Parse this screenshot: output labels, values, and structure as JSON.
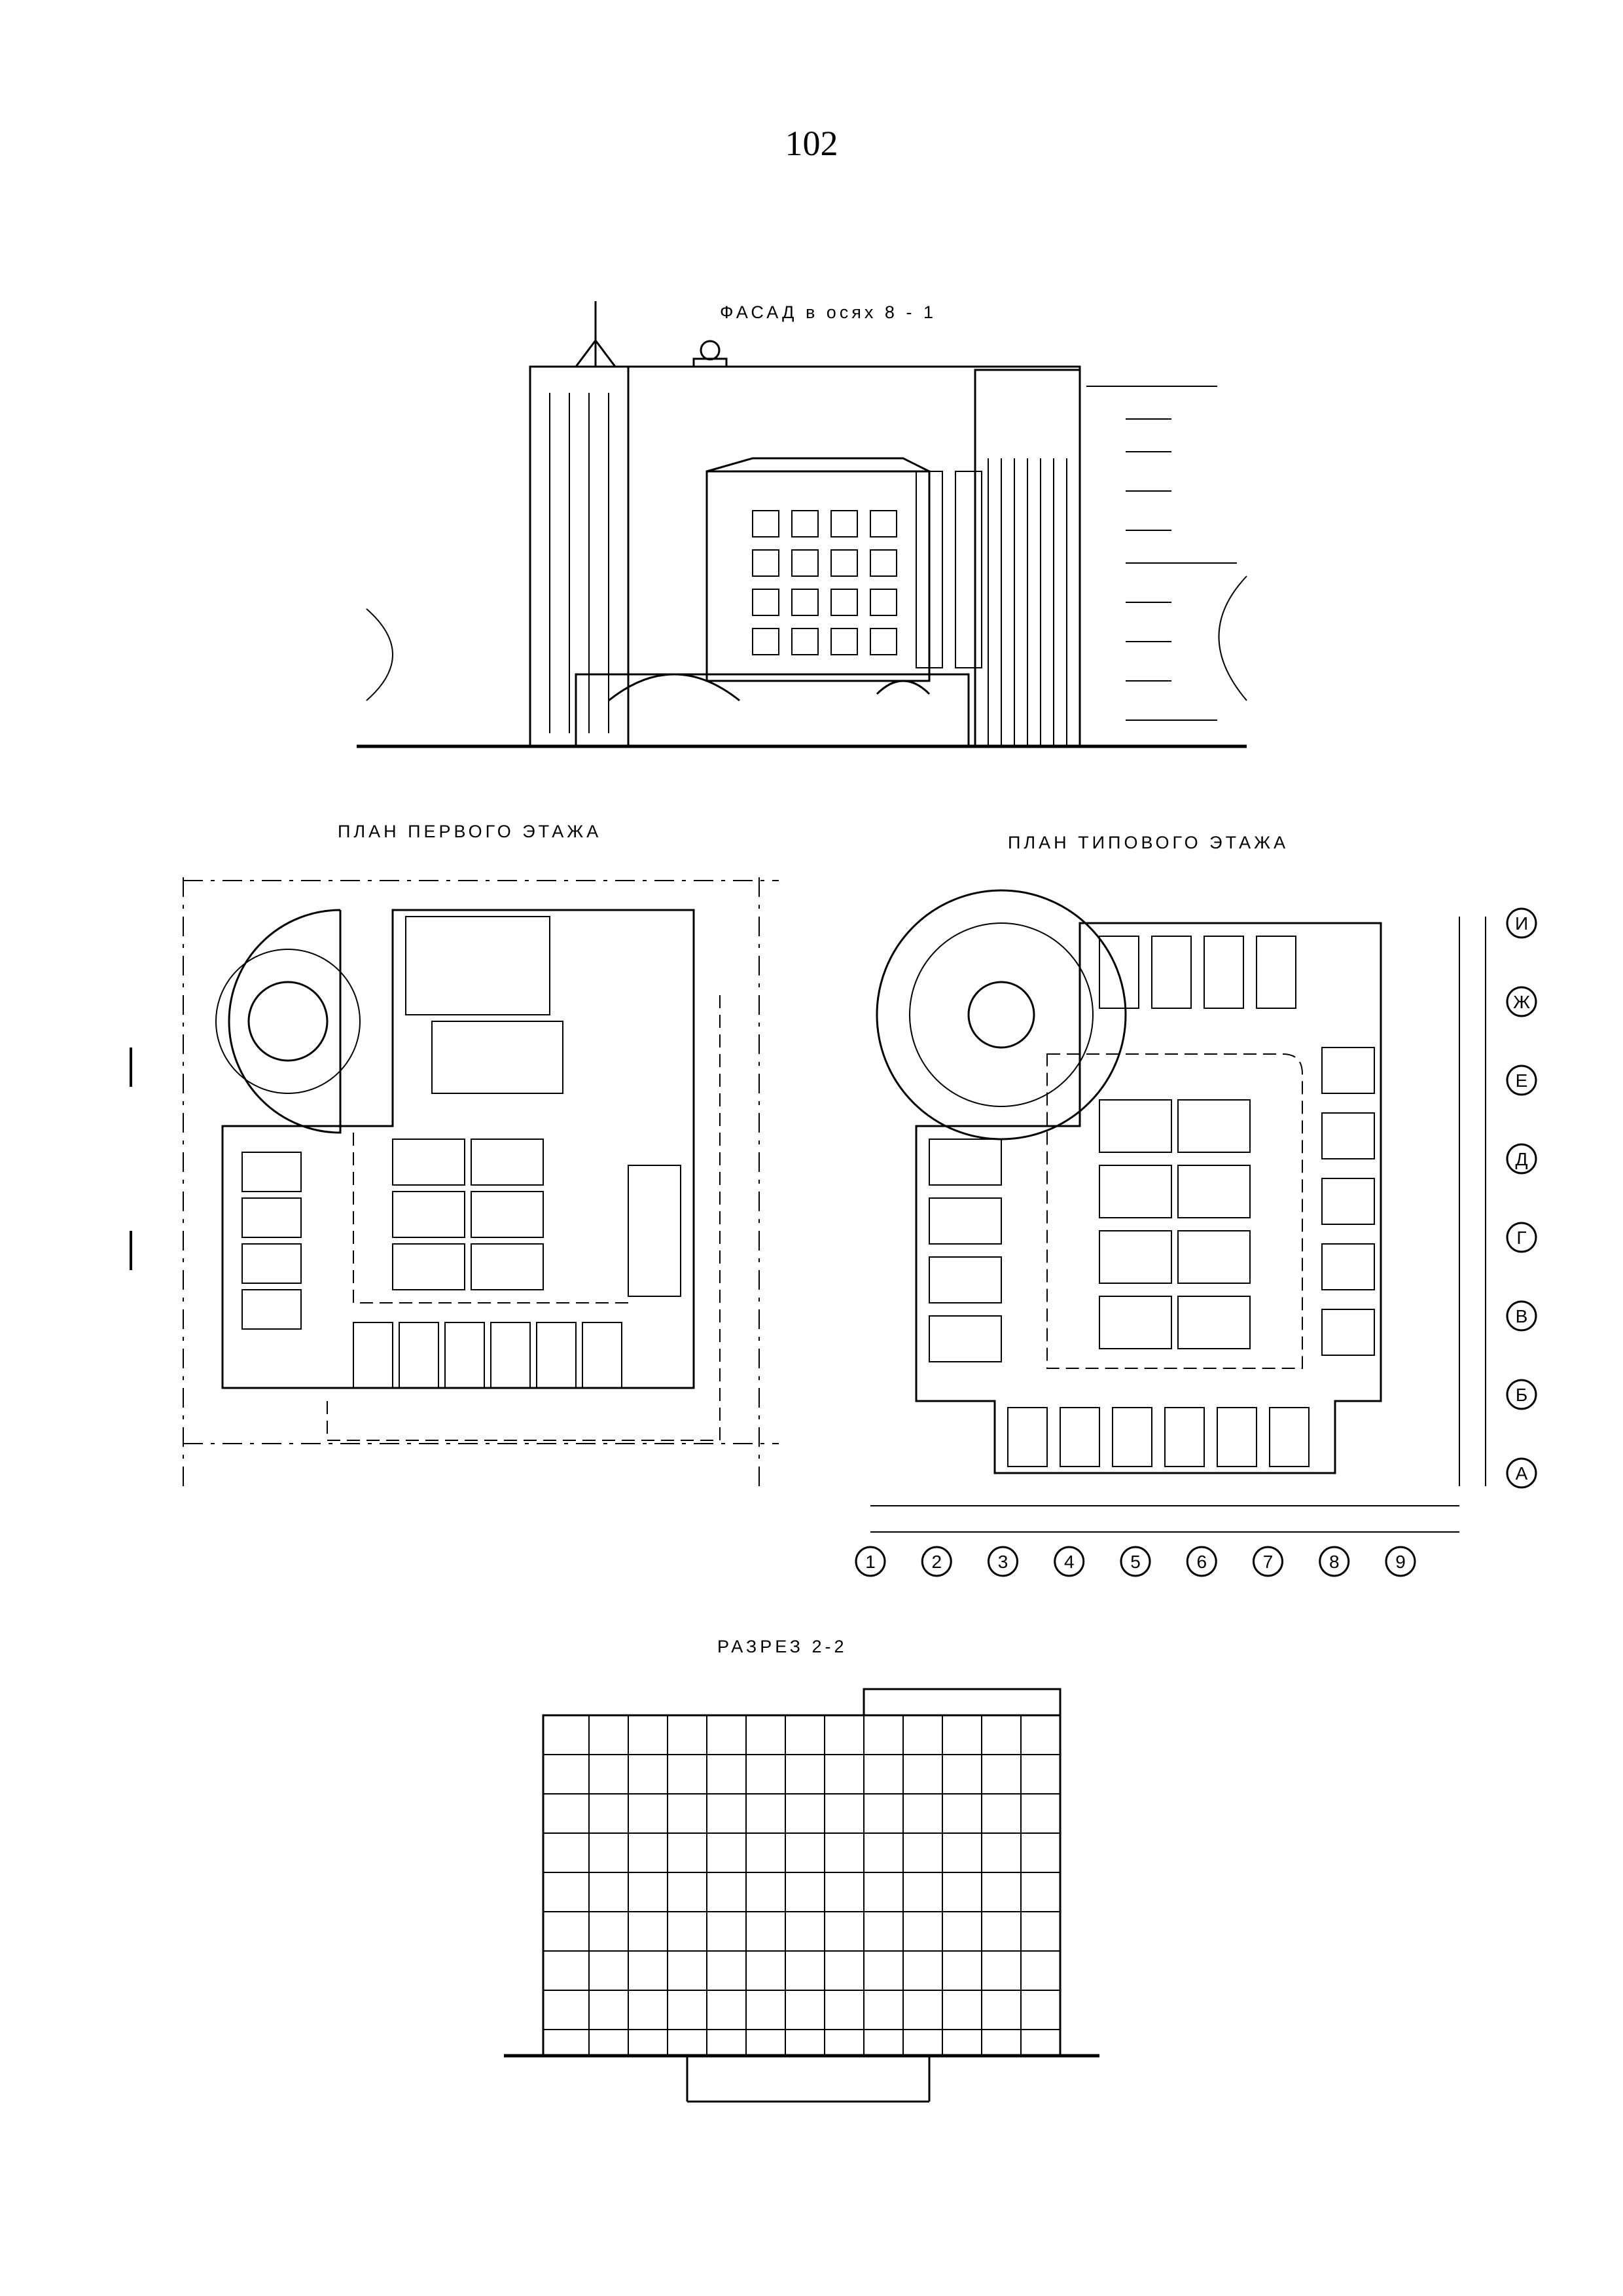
{
  "page": {
    "number": "102"
  },
  "drawings": {
    "facade": {
      "title": "ФАСАД в осях 8 - 1"
    },
    "first_floor_plan": {
      "title": "ПЛАН ПЕРВОГО ЭТАЖА"
    },
    "typical_floor_plan": {
      "title": "ПЛАН ТИПОВОГО ЭТАЖА",
      "row_axes": [
        "И",
        "Ж",
        "Е",
        "Д",
        "Г",
        "В",
        "Б",
        "А"
      ],
      "column_axes": [
        "1",
        "2",
        "3",
        "4",
        "5",
        "6",
        "7",
        "8",
        "9"
      ]
    },
    "section": {
      "title": "РАЗРЕЗ 2-2"
    }
  },
  "colors": {
    "ink": "#000000",
    "paper": "#ffffff"
  }
}
